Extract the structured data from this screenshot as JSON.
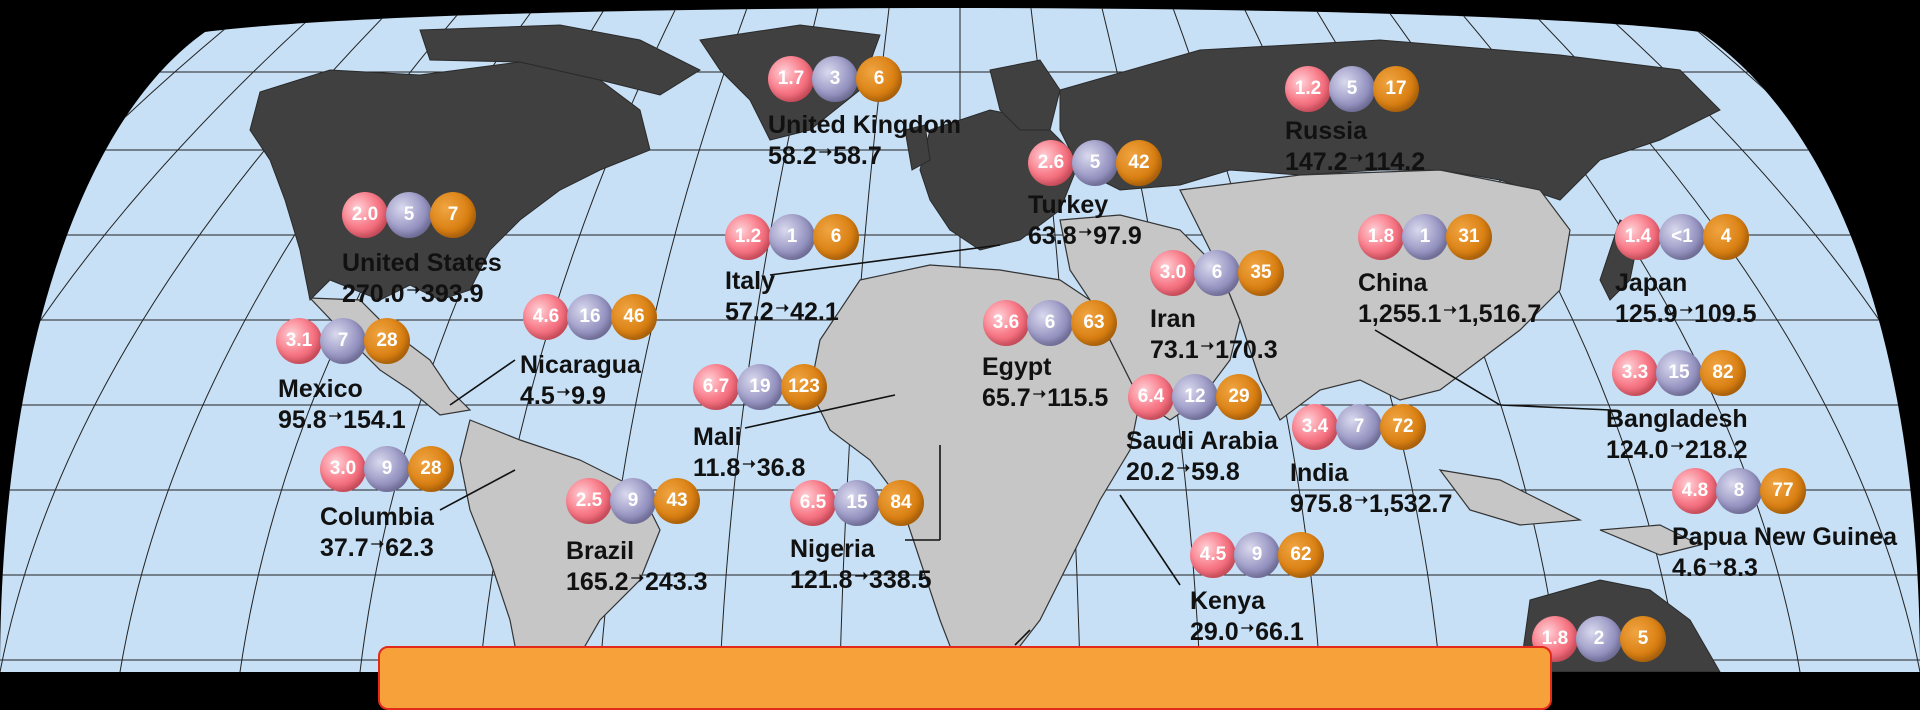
{
  "map": {
    "colors": {
      "ocean": "#c7e0f6",
      "land_light": "#c6c6c6",
      "land_dark": "#404040",
      "background": "#000000",
      "panel": "#f7a13b",
      "panel_border": "#e22a1a",
      "bubble_1": "#f07a88",
      "bubble_2": "#8f8db9",
      "bubble_3": "#d97f12"
    }
  },
  "countries": [
    {
      "key": "united-states",
      "name": "United States",
      "pop_from": "270.0",
      "pop_to": "393.9",
      "b1": "2.0",
      "b2": "5",
      "b3": "7"
    },
    {
      "key": "united-kingdom",
      "name": "United Kingdom",
      "pop_from": "58.2",
      "pop_to": "58.7",
      "b1": "1.7",
      "b2": "3",
      "b3": "6"
    },
    {
      "key": "russia",
      "name": "Russia",
      "pop_from": "147.2",
      "pop_to": "114.2",
      "b1": "1.2",
      "b2": "5",
      "b3": "17"
    },
    {
      "key": "turkey",
      "name": "Turkey",
      "pop_from": "63.8",
      "pop_to": "97.9",
      "b1": "2.6",
      "b2": "5",
      "b3": "42"
    },
    {
      "key": "italy",
      "name": "Italy",
      "pop_from": "57.2",
      "pop_to": "42.1",
      "b1": "1.2",
      "b2": "1",
      "b3": "6"
    },
    {
      "key": "china",
      "name": "China",
      "pop_from": "1,255.1",
      "pop_to": "1,516.7",
      "b1": "1.8",
      "b2": "1",
      "b3": "31"
    },
    {
      "key": "japan",
      "name": "Japan",
      "pop_from": "125.9",
      "pop_to": "109.5",
      "b1": "1.4",
      "b2": "<1",
      "b3": "4"
    },
    {
      "key": "iran",
      "name": "Iran",
      "pop_from": "73.1",
      "pop_to": "170.3",
      "b1": "3.0",
      "b2": "6",
      "b3": "35"
    },
    {
      "key": "mexico",
      "name": "Mexico",
      "pop_from": "95.8",
      "pop_to": "154.1",
      "b1": "3.1",
      "b2": "7",
      "b3": "28"
    },
    {
      "key": "nicaragua",
      "name": "Nicaragua",
      "pop_from": "4.5",
      "pop_to": "9.9",
      "b1": "4.6",
      "b2": "16",
      "b3": "46"
    },
    {
      "key": "egypt",
      "name": "Egypt",
      "pop_from": "65.7",
      "pop_to": "115.5",
      "b1": "3.6",
      "b2": "6",
      "b3": "63"
    },
    {
      "key": "mali",
      "name": "Mali",
      "pop_from": "11.8",
      "pop_to": "36.8",
      "b1": "6.7",
      "b2": "19",
      "b3": "123"
    },
    {
      "key": "saudi-arabia",
      "name": "Saudi Arabia",
      "pop_from": "20.2",
      "pop_to": "59.8",
      "b1": "6.4",
      "b2": "12",
      "b3": "29"
    },
    {
      "key": "bangladesh",
      "name": "Bangladesh",
      "pop_from": "124.0",
      "pop_to": "218.2",
      "b1": "3.3",
      "b2": "15",
      "b3": "82"
    },
    {
      "key": "india",
      "name": "India",
      "pop_from": "975.8",
      "pop_to": "1,532.7",
      "b1": "3.4",
      "b2": "7",
      "b3": "72"
    },
    {
      "key": "columbia",
      "name": "Columbia",
      "pop_from": "37.7",
      "pop_to": "62.3",
      "b1": "3.0",
      "b2": "9",
      "b3": "28"
    },
    {
      "key": "brazil",
      "name": "Brazil",
      "pop_from": "165.2",
      "pop_to": "243.3",
      "b1": "2.5",
      "b2": "9",
      "b3": "43"
    },
    {
      "key": "nigeria",
      "name": "Nigeria",
      "pop_from": "121.8",
      "pop_to": "338.5",
      "b1": "6.5",
      "b2": "15",
      "b3": "84"
    },
    {
      "key": "papua-new-guinea",
      "name": "Papua New Guinea",
      "pop_from": "4.6",
      "pop_to": "8.3",
      "b1": "4.8",
      "b2": "8",
      "b3": "77"
    },
    {
      "key": "kenya",
      "name": "Kenya",
      "pop_from": "29.0",
      "pop_to": "66.1",
      "b1": "4.5",
      "b2": "9",
      "b3": "62"
    },
    {
      "key": "australia",
      "name": "",
      "pop_from": "",
      "pop_to": "",
      "b1": "1.8",
      "b2": "2",
      "b3": "5"
    }
  ]
}
